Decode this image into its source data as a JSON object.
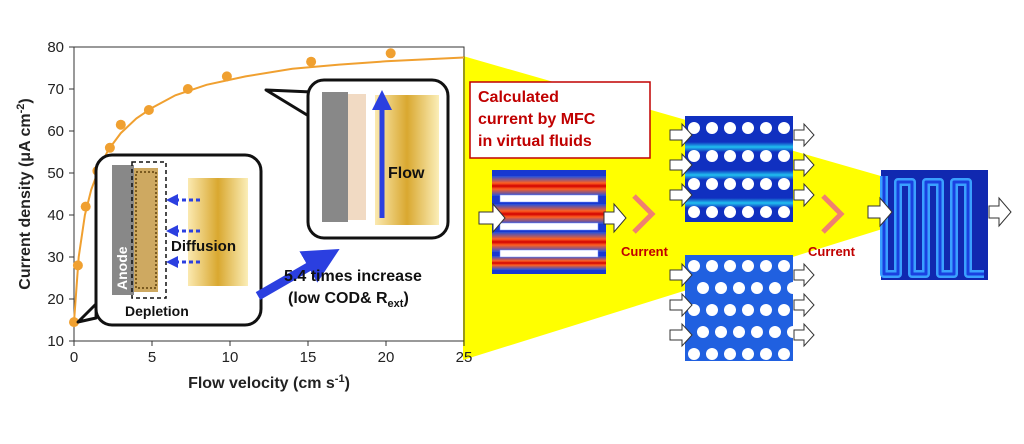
{
  "chart_data": {
    "type": "scatter",
    "xlabel": "Flow velocity (cm s",
    "xlabel_sup": "-1",
    "xlabel_end": ")",
    "ylabel": "Current density (μA cm",
    "ylabel_sup": "-2",
    "ylabel_end": ")",
    "xlim": [
      0,
      25
    ],
    "ylim": [
      10,
      80
    ],
    "x_ticks": [
      "0",
      "5",
      "10",
      "15",
      "20",
      "25"
    ],
    "y_ticks": [
      "10",
      "20",
      "30",
      "40",
      "50",
      "60",
      "70",
      "80"
    ],
    "grid": false,
    "series": [
      {
        "color": "#f0a030",
        "points": [
          [
            0,
            14.5
          ],
          [
            0.25,
            28
          ],
          [
            0.75,
            42
          ],
          [
            1.5,
            50.5
          ],
          [
            2.3,
            56
          ],
          [
            3.0,
            61.5
          ],
          [
            4.8,
            65
          ],
          [
            7.3,
            70
          ],
          [
            9.8,
            73
          ],
          [
            15.2,
            76.5
          ],
          [
            20.3,
            78.5
          ]
        ]
      }
    ],
    "fit_curve": {
      "color": "#f0a030",
      "points": [
        [
          0,
          14.5
        ],
        [
          0.3,
          30
        ],
        [
          0.7,
          40
        ],
        [
          1.1,
          46
        ],
        [
          1.6,
          51
        ],
        [
          2.2,
          55.5
        ],
        [
          3.0,
          59.5
        ],
        [
          4.0,
          63
        ],
        [
          5.0,
          65.5
        ],
        [
          6.5,
          68.5
        ],
        [
          8.5,
          71
        ],
        [
          11,
          73
        ],
        [
          14,
          74.8
        ],
        [
          17,
          75.8
        ],
        [
          20,
          76.6
        ],
        [
          25,
          77.5
        ]
      ]
    }
  },
  "insets": {
    "depletion": {
      "anode_label": "Anode",
      "diffusion_label": "Diffusion",
      "depletion_label": "Depletion"
    },
    "flow": {
      "flow_label": "Flow"
    }
  },
  "annotation": {
    "line1": "5.4 times increase",
    "line2": "(low COD& R",
    "line2_sub": "ext",
    "line2_end": ")"
  },
  "mfc_box": {
    "lines": [
      "Calculated",
      "current by MFC",
      "in virtual fluids"
    ]
  },
  "current_labels": [
    "Current",
    "Current"
  ],
  "colors": {
    "accent_orange": "#f0a030",
    "highlight_yellow": "#ffff00",
    "label_red": "#c00000",
    "arrow_blue": "#2b3fe0"
  }
}
